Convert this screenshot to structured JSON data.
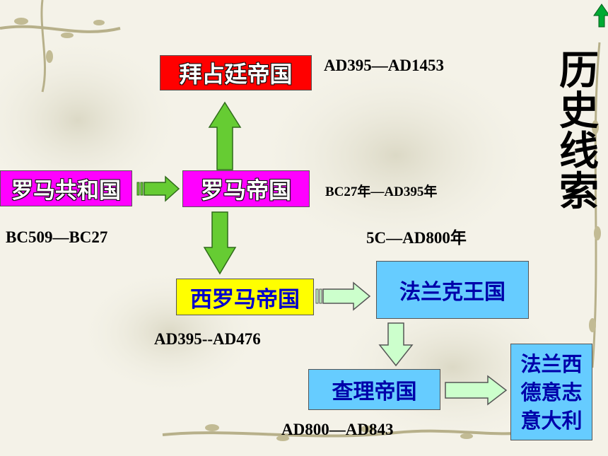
{
  "title": [
    "历",
    "史",
    "线",
    "索"
  ],
  "nodes": {
    "byzantine": "拜占廷帝国",
    "republic": "罗马共和国",
    "empire": "罗马帝国",
    "western": "西罗马帝国",
    "frankish": "法兰克王国",
    "charlemagne": "查理帝国",
    "successors": [
      "法兰西",
      "德意志",
      "意大利"
    ]
  },
  "dates": {
    "byzantine": "AD395—AD1453",
    "republic": "BC509—BC27",
    "empire": "BC27年—AD395年",
    "frankish": "5C—AD800年",
    "western": "AD395--AD476",
    "charlemagne": "AD800—AD843"
  },
  "colors": {
    "byzantine_fill": "#ff0000",
    "republic_fill": "#ff00ff",
    "empire_fill": "#ff00ff",
    "western_fill": "#ffff00",
    "later_fill": "#66ccff",
    "arrow_green": "#66cc33",
    "arrow_light": "#ccffcc"
  }
}
